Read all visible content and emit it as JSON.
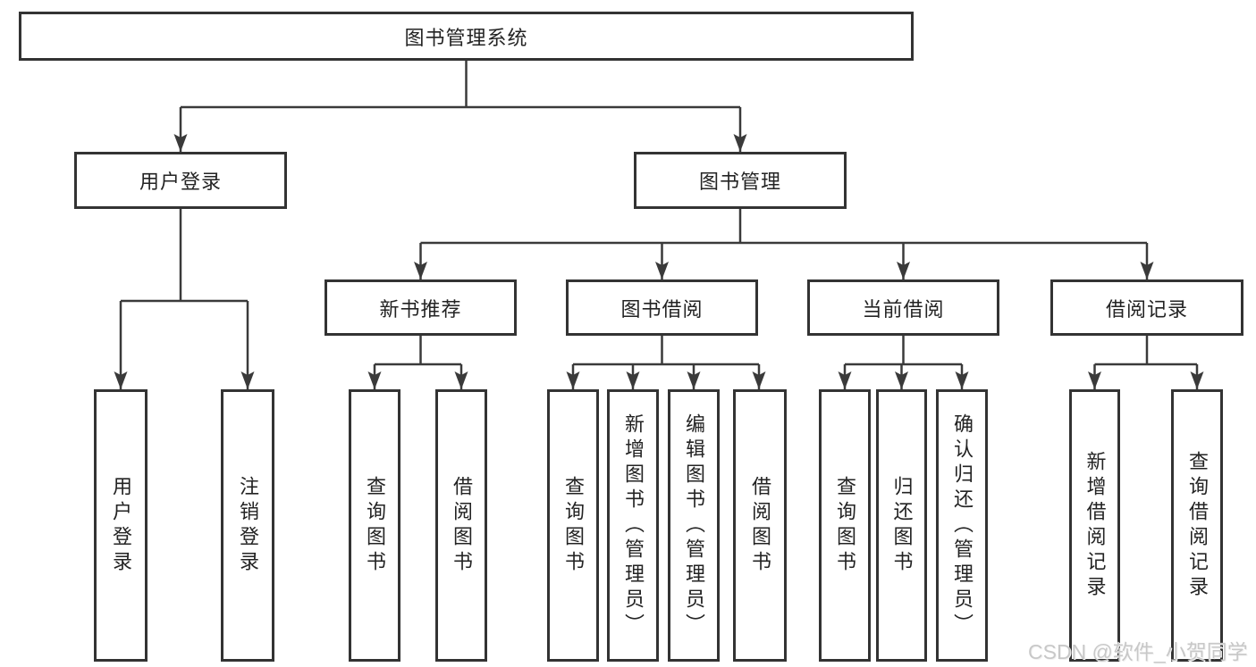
{
  "page": {
    "background": "#ffffff"
  },
  "colors": {
    "line": "#3a3a3a",
    "box_border": "#333333",
    "box_background": "#ffffff",
    "text": "#232323",
    "watermark": "#c8c8c8"
  },
  "watermark": {
    "text": "CSDN @软件_小贺同学"
  },
  "tree": {
    "root": {
      "label": "图书管理系统",
      "children": [
        {
          "label": "用户登录",
          "children": [
            {
              "label": "用户登录"
            },
            {
              "label": "注销登录"
            }
          ]
        },
        {
          "label": "图书管理",
          "children": [
            {
              "label": "新书推荐",
              "children": [
                {
                  "label": "查询图书"
                },
                {
                  "label": "借阅图书"
                }
              ]
            },
            {
              "label": "图书借阅",
              "children": [
                {
                  "label": "查询图书"
                },
                {
                  "label": "新增图书（管理员）"
                },
                {
                  "label": "编辑图书（管理员）"
                },
                {
                  "label": "借阅图书"
                }
              ]
            },
            {
              "label": "当前借阅",
              "children": [
                {
                  "label": "查询图书"
                },
                {
                  "label": "归还图书"
                },
                {
                  "label": "确认归还（管理员）"
                }
              ]
            },
            {
              "label": "借阅记录",
              "children": [
                {
                  "label": "新增借阅记录"
                },
                {
                  "label": "查询借阅记录"
                }
              ]
            }
          ]
        }
      ]
    }
  }
}
